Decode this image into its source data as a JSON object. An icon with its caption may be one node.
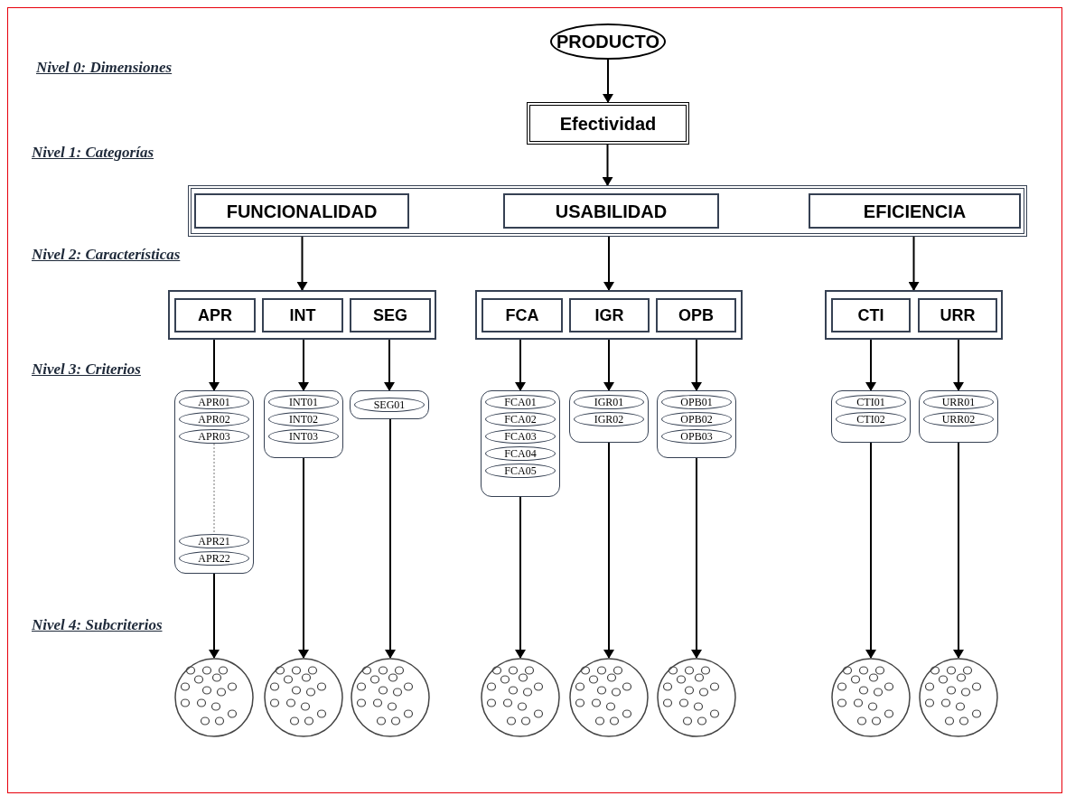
{
  "diagram": {
    "nodes": [
      {
        "text": [
          "PRODUCTO"
        ]
      },
      {
        "text": [
          "Efectividad"
        ]
      },
      {
        "text": [],
        "shape": "box"
      },
      {
        "text": [
          "FUNCIONALIDAD"
        ],
        "in": 2
      },
      {
        "text": [
          "USABILIDAD"
        ],
        "in": 2
      },
      {
        "text": [
          "EFICIENCIA"
        ],
        "in": 2
      },
      {
        "text": [],
        "shape": "box"
      },
      {
        "text": [
          "APR"
        ],
        "in": 6
      },
      {
        "text": [
          "INT"
        ],
        "in": 6
      },
      {
        "text": [
          "SEG"
        ],
        "in": 6
      },
      {
        "text": [],
        "shape": "box"
      },
      {
        "text": [
          "FCA"
        ],
        "in": 10
      },
      {
        "text": [
          "IGR"
        ],
        "in": 10
      },
      {
        "text": [
          "OPB"
        ],
        "in": 10
      },
      {
        "text": [],
        "shape": "box"
      },
      {
        "text": [
          "CTI"
        ],
        "in": 14
      },
      {
        "text": [
          "URR"
        ],
        "in": 14
      },
      {
        "text": [],
        "shape": "box"
      },
      {
        "text": [
          "APR01"
        ],
        "in": 17
      },
      {
        "text": [
          "APR02"
        ],
        "in": 17
      },
      {
        "text": [
          "APR03"
        ],
        "in": 17
      },
      {
        "text": [
          "APR21"
        ],
        "in": 17
      },
      {
        "text": [
          "APR22"
        ],
        "in": 17
      },
      {
        "text": [],
        "shape": "box"
      },
      {
        "text": [
          "INT01"
        ],
        "in": 23
      },
      {
        "text": [
          "INT02"
        ],
        "in": 23
      },
      {
        "text": [
          "INT03"
        ],
        "in": 23
      },
      {
        "text": [],
        "shape": "box"
      },
      {
        "text": [
          "SEG01"
        ],
        "in": 27
      },
      {
        "text": [],
        "shape": "box"
      },
      {
        "text": [
          "FCA01"
        ],
        "in": 29
      },
      {
        "text": [
          "FCA02"
        ],
        "in": 29
      },
      {
        "text": [
          "FCA03"
        ],
        "in": 29
      },
      {
        "text": [
          "FCA04"
        ],
        "in": 29
      },
      {
        "text": [
          "FCA05"
        ],
        "in": 29
      },
      {
        "text": [],
        "shape": "box"
      },
      {
        "text": [
          "IGR01"
        ],
        "in": 35
      },
      {
        "text": [
          "IGR02"
        ],
        "in": 35
      },
      {
        "text": [],
        "shape": "box"
      },
      {
        "text": [
          "OPB01"
        ],
        "in": 38
      },
      {
        "text": [
          "OPB02"
        ],
        "in": 38
      },
      {
        "text": [
          "OPB03"
        ],
        "in": 38
      },
      {
        "text": [],
        "shape": "box"
      },
      {
        "text": [
          "CTI01"
        ],
        "in": 42
      },
      {
        "text": [
          "CTI02"
        ],
        "in": 42
      },
      {
        "text": [],
        "shape": "box"
      },
      {
        "text": [
          "URR01"
        ],
        "in": 45
      },
      {
        "text": [
          "URR02"
        ],
        "in": 45
      },
      {
        "text": [],
        "shape": "circle"
      },
      {
        "text": [],
        "shape": "circle"
      },
      {
        "text": [],
        "shape": "circle"
      },
      {
        "text": [],
        "shape": "circle"
      },
      {
        "text": [],
        "shape": "circle"
      },
      {
        "text": [],
        "shape": "circle"
      },
      {
        "text": [],
        "shape": "circle"
      },
      {
        "text": [],
        "shape": "circle"
      }
    ],
    "edges": [
      {
        "from": 0,
        "to": 1,
        "arrow": "to"
      },
      {
        "from": 1,
        "to": 2,
        "arrow": "to"
      },
      {
        "from": 2,
        "to": 6,
        "arrow": "to"
      },
      {
        "from": 2,
        "to": 10,
        "arrow": "to"
      },
      {
        "from": 2,
        "to": 14,
        "arrow": "to"
      },
      {
        "from": 7,
        "to": 17,
        "arrow": "to"
      },
      {
        "from": 20,
        "to": 21,
        "arrow": "none",
        "style": "dashed",
        "color": "#777777"
      },
      {
        "from": 8,
        "to": 23,
        "arrow": "to"
      },
      {
        "from": 9,
        "to": 27,
        "arrow": "to"
      },
      {
        "from": 11,
        "to": 29,
        "arrow": "to"
      },
      {
        "from": 12,
        "to": 35,
        "arrow": "to"
      },
      {
        "from": 13,
        "to": 38,
        "arrow": "to"
      },
      {
        "from": 15,
        "to": 42,
        "arrow": "to"
      },
      {
        "from": 16,
        "to": 45,
        "arrow": "to"
      },
      {
        "from": 17,
        "to": 48,
        "arrow": "to"
      },
      {
        "from": 23,
        "to": 49,
        "arrow": "to"
      },
      {
        "from": 27,
        "to": 50,
        "arrow": "to"
      },
      {
        "from": 29,
        "to": 51,
        "arrow": "to"
      },
      {
        "from": 35,
        "to": 52,
        "arrow": "to"
      },
      {
        "from": 38,
        "to": 53,
        "arrow": "to"
      },
      {
        "from": 42,
        "to": 54,
        "arrow": "to"
      },
      {
        "from": 45,
        "to": 55,
        "arrow": "to"
      }
    ],
    "labels": [
      "Nivel 0: Dimensiones",
      "Nivel 1: Categorías",
      "Nivel 2: Características",
      "Nivel 3: Criterios",
      "Nivel 4: Subcriterios"
    ]
  }
}
